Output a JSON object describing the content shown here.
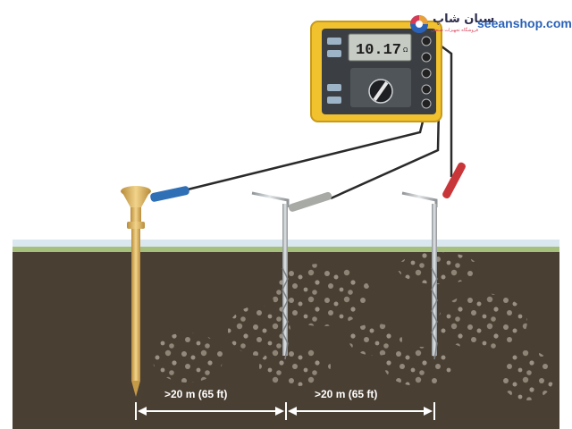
{
  "watermark": {
    "brand_latin": "seeanshop.com",
    "brand_arabic": "سیان شاپ",
    "tagline": "فروشگاه تجهیزات صنعتی"
  },
  "meter": {
    "display_reading": "10.17",
    "display_unit": "Ω"
  },
  "dimensions": [
    {
      "label": ">20 m (65 ft)"
    },
    {
      "label": ">20 m (65 ft)"
    }
  ],
  "colors": {
    "meter_body": "#f2c12e",
    "soil": "#4a3f33",
    "grass": "#a7bf7c",
    "probe_blue": "#2f6fb5",
    "probe_gray": "#a8aaa6",
    "probe_red": "#c9363a",
    "electrode_gold": "#d8b25a"
  }
}
